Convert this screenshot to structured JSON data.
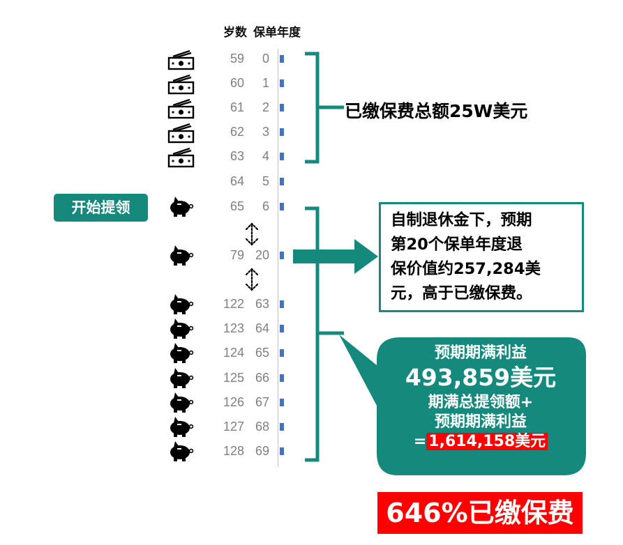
{
  "header": {
    "age_label": "岁数",
    "year_label": "保单年度"
  },
  "rows": [
    {
      "age": "59",
      "year": "0",
      "icon": "money-icon"
    },
    {
      "age": "60",
      "year": "1",
      "icon": "money-icon"
    },
    {
      "age": "61",
      "year": "2",
      "icon": "money-icon"
    },
    {
      "age": "62",
      "year": "3",
      "icon": "money-icon"
    },
    {
      "age": "63",
      "year": "4",
      "icon": "money-icon"
    },
    {
      "age": "64",
      "year": "5",
      "icon": ""
    },
    {
      "age": "65",
      "year": "6",
      "icon": "piggy-bank-icon"
    },
    {
      "age": "79",
      "year": "20",
      "icon": "piggy-bank-icon"
    },
    {
      "age": "122",
      "year": "63",
      "icon": "piggy-bank-icon"
    },
    {
      "age": "123",
      "year": "64",
      "icon": "piggy-bank-icon"
    },
    {
      "age": "124",
      "year": "65",
      "icon": "piggy-bank-icon"
    },
    {
      "age": "125",
      "year": "66",
      "icon": "piggy-bank-icon"
    },
    {
      "age": "126",
      "year": "67",
      "icon": "piggy-bank-icon"
    },
    {
      "age": "127",
      "year": "68",
      "icon": "piggy-bank-icon"
    },
    {
      "age": "128",
      "year": "69",
      "icon": "piggy-bank-icon"
    }
  ],
  "start_label": "开始提领",
  "paid_total": "已缴保费总额25W美元",
  "box_lines": [
    "自制退休金下，预期",
    "第20个保单年度退",
    "保价值约257,284美",
    "元，高于已缴保费。"
  ],
  "callout": {
    "line1": "预期期满利益",
    "line2": "493,859美元",
    "line3": "期满总提领额+",
    "line4": "预期期满利益",
    "line5_prefix": "=",
    "line5_value": "1,614,158美元"
  },
  "percent_label": "646%已缴保费",
  "colors": {
    "teal": "#15897b",
    "red": "#ff0000",
    "tick_blue": "#4472c4",
    "number_gray": "#7f7f7f"
  }
}
